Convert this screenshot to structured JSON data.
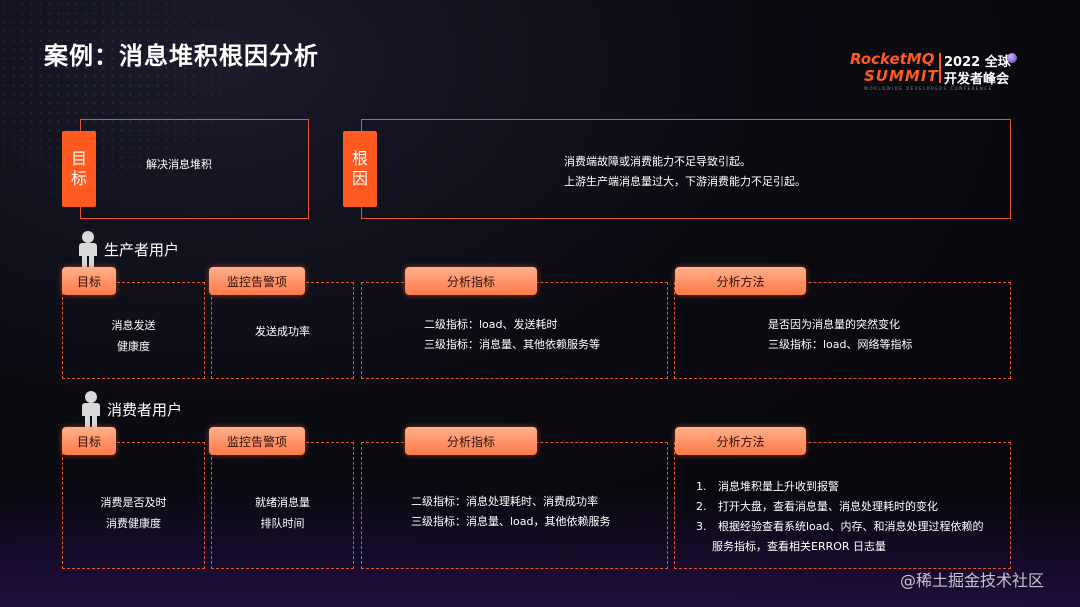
{
  "slide": {
    "title": "案例：消息堆积根因分析"
  },
  "logo": {
    "brand": "RocketMQ",
    "summit": "SUMMIT",
    "year": "2022 全球",
    "event": "开发者峰会",
    "subtitle": "WORLDWIDE DEVELOPERS CONFERENCE"
  },
  "goal_box": {
    "tag_line1": "目",
    "tag_line2": "标",
    "text": "解决消息堆积"
  },
  "cause_box": {
    "tag_line1": "根",
    "tag_line2": "因",
    "lines": [
      "消费端故障或消费能力不足导致引起。",
      "上游生产端消息量过大，下游消费能力不足引起。"
    ]
  },
  "producer": {
    "label": "生产者用户",
    "columns": {
      "goal": {
        "title": "目标",
        "lines": [
          "消息发送",
          "健康度"
        ]
      },
      "alert": {
        "title": "监控告警项",
        "lines": [
          "发送成功率"
        ]
      },
      "metrics": {
        "title": "分析指标",
        "lines": [
          "二级指标：load、发送耗时",
          "三级指标：消息量、其他依赖服务等"
        ]
      },
      "method": {
        "title": "分析方法",
        "lines": [
          "是否因为消息量的突然变化",
          "三级指标：load、网络等指标"
        ]
      }
    }
  },
  "consumer": {
    "label": "消费者用户",
    "columns": {
      "goal": {
        "title": "目标",
        "lines": [
          "消费是否及时",
          "消费健康度"
        ]
      },
      "alert": {
        "title": "监控告警项",
        "lines": [
          "就绪消息量",
          "排队时间"
        ]
      },
      "metrics": {
        "title": "分析指标",
        "lines": [
          "二级指标：消息处理耗时、消费成功率",
          "三级指标：消息量、load，其他依赖服务"
        ]
      },
      "method": {
        "title": "分析方法",
        "items": [
          {
            "num": "1.",
            "text": "消息堆积量上升收到报警"
          },
          {
            "num": "2.",
            "text": "打开大盘，查看消息量、消息处理耗时的变化"
          },
          {
            "num": "3.",
            "text": "根据经验查看系统load、内存、和消息处理过程依赖的"
          }
        ],
        "continuation": "服务指标，查看相关ERROR 日志量"
      }
    }
  },
  "watermark": "@稀土掘金技术社区",
  "colors": {
    "accent": "#ff5a1f",
    "border": "#e8542a",
    "pill": "#ff8a5a"
  },
  "icons": {
    "user": "person-icon",
    "logo_planet": "planet-icon"
  }
}
